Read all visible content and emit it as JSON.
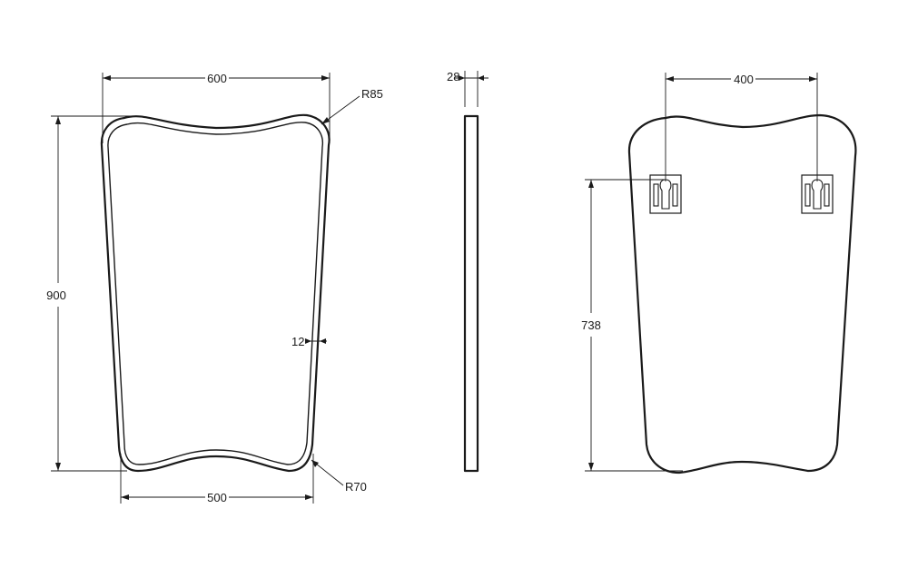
{
  "front_view": {
    "width_top": "600",
    "height": "900",
    "radius_top": "R85",
    "frame_thickness": "12",
    "width_bottom": "500",
    "radius_bottom": "R70"
  },
  "side_view": {
    "depth": "28"
  },
  "rear_view": {
    "bracket_spacing": "400",
    "bracket_height": "738"
  }
}
